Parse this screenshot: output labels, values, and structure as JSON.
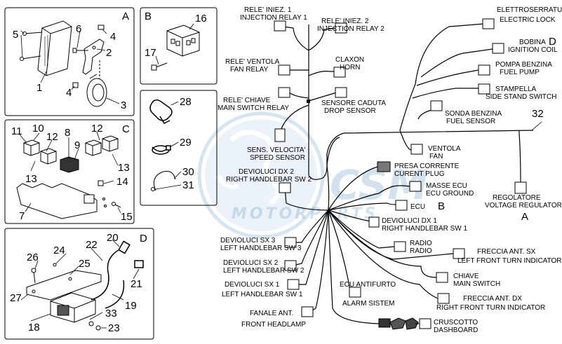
{
  "watermark": {
    "brand": "CSM",
    "sub": "MOTORPARTS"
  },
  "panels": {
    "A": {
      "title": "A",
      "numbers": [
        "1",
        "2",
        "3",
        "4",
        "4",
        "5",
        "6"
      ]
    },
    "B": {
      "title": "B",
      "numbers": [
        "16",
        "17"
      ]
    },
    "clips": {
      "numbers": [
        "28",
        "29",
        "30",
        "31"
      ]
    },
    "C": {
      "title": "C",
      "numbers": [
        "7",
        "8",
        "9",
        "10",
        "11",
        "12",
        "12",
        "13",
        "13",
        "14",
        "15"
      ]
    },
    "D": {
      "title": "D",
      "numbers": [
        "18",
        "19",
        "20",
        "21",
        "22",
        "23",
        "24",
        "25",
        "26",
        "27",
        "33"
      ]
    }
  },
  "wiring": {
    "cable_number": "32",
    "labels": {
      "relay1": [
        "RELE' INIEZ. 1",
        "INJECTION RELAY 1"
      ],
      "relay2": [
        "RELE' INIEZ. 2",
        "INJECTION RELAY 2"
      ],
      "fan_relay": [
        "RELE' VENTOLA",
        "FAN RELAY"
      ],
      "horn": [
        "CLAXON",
        "HORN"
      ],
      "main_relay": [
        "RELE' CHIAVE",
        "MAIN SWITCH RELAY"
      ],
      "drop": [
        "SENSORE CADUTA",
        "DROP SENSOR"
      ],
      "speed": [
        "SENS. VELOCITA'",
        "SPEED SENSOR"
      ],
      "lock": [
        "ELETTROSERRATURA",
        "ELECTRIC LOCK"
      ],
      "coil": [
        "BOBINA",
        "IGNITION COIL"
      ],
      "coil_ref": "D",
      "pump": [
        "POMPA BENZINA",
        "FUEL PUMP"
      ],
      "stand": [
        "STAMPELLA",
        "SIDE STAND SWITCH"
      ],
      "fuel_sensor": [
        "SONDA BENZINA",
        "FUEL SENSOR"
      ],
      "fan": [
        "VENTOLA",
        "FAN"
      ],
      "plug": [
        "PRESA CORRENTE",
        "CURENT PLUG"
      ],
      "rh2": [
        "DEVIOLUCI DX 2",
        "RIGHT HANDLEBAR SW 2"
      ],
      "ground": [
        "MASSE ECU",
        "ECU GROUND"
      ],
      "ecu": "ECU",
      "ecu_ref": "B",
      "regulator": [
        "REGOLATORE",
        "VOLTAGE REGULATOR"
      ],
      "regulator_ref": "A",
      "rh1": [
        "DEVIOLUCI DX 1",
        "RIGHT HANDLEBAR SW 1"
      ],
      "lh3": [
        "DEVIOLUCI SX 3",
        "LEFT HANDLEBAR SW 3"
      ],
      "radio": [
        "RADIO",
        "RADIO"
      ],
      "lh2": [
        "DEVIOLUCI SX 2",
        "LEFT HANDLEBAR SW 2"
      ],
      "front_sx": [
        "FRECCIA ANT. SX",
        "LEFT FRONT TURN INDICATOR"
      ],
      "key": [
        "CHIAVE",
        "MAIN SWITCH"
      ],
      "lh1": [
        "DEVIOLUCI SX 1",
        "LEFT HANDLEBAR SW 1"
      ],
      "alarm": [
        "ECU ANTIFURTO",
        "ALARM SISTEM"
      ],
      "front_dx": [
        "FRECCIA ANT. DX",
        "RIGHT FRONT TURN INDICATOR"
      ],
      "headlamp": [
        "FANALE ANT.",
        "FRONT HEADLAMP"
      ],
      "dashboard": [
        "CRUSCOTTO",
        "DASHBOARD"
      ]
    }
  }
}
